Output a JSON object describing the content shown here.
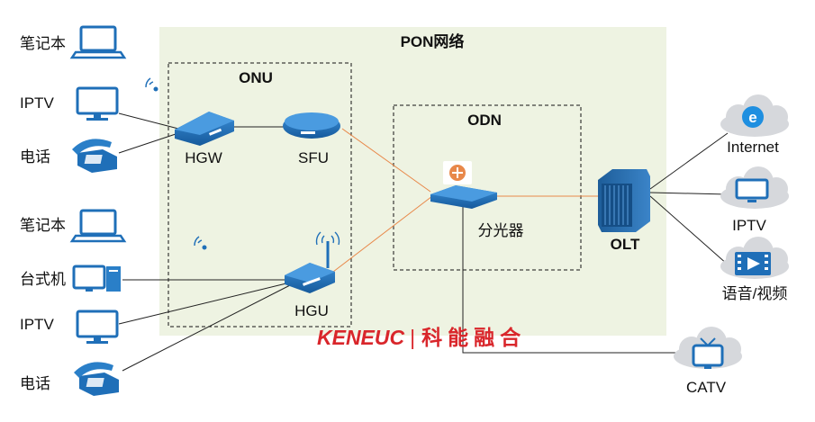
{
  "diagram": {
    "title": "PON网络",
    "onu_label": "ONU",
    "odn_label": "ODN",
    "left_devices": [
      {
        "label": "笔记本",
        "icon": "laptop-icon"
      },
      {
        "label": "IPTV",
        "icon": "monitor-icon"
      },
      {
        "label": "电话",
        "icon": "phone-icon"
      },
      {
        "label": "笔记本",
        "icon": "laptop-icon"
      },
      {
        "label": "台式机",
        "icon": "desktop-icon"
      },
      {
        "label": "IPTV",
        "icon": "monitor-icon"
      },
      {
        "label": "电话",
        "icon": "phone-icon"
      }
    ],
    "onu_devices": {
      "hgw": "HGW",
      "sfu": "SFU",
      "hgu": "HGU"
    },
    "splitter_label": "分光器",
    "olt_label": "OLT",
    "services": [
      {
        "label": "Internet",
        "icon": "internet-explorer-icon"
      },
      {
        "label": "IPTV",
        "icon": "tv-icon"
      },
      {
        "label": "语音/视频",
        "icon": "video-icon"
      },
      {
        "label": "CATV",
        "icon": "catv-icon"
      }
    ],
    "watermark": {
      "latin": "KENEUC",
      "separator": "|",
      "chinese": "科能融合"
    },
    "colors": {
      "pon_background": "#eef3e2",
      "fiber_line": "#e8884a",
      "copper_line": "#222222",
      "device_blue": "#1f6fb8",
      "cloud_gray": "#d6d8dc",
      "watermark_red": "#d9262b"
    }
  }
}
